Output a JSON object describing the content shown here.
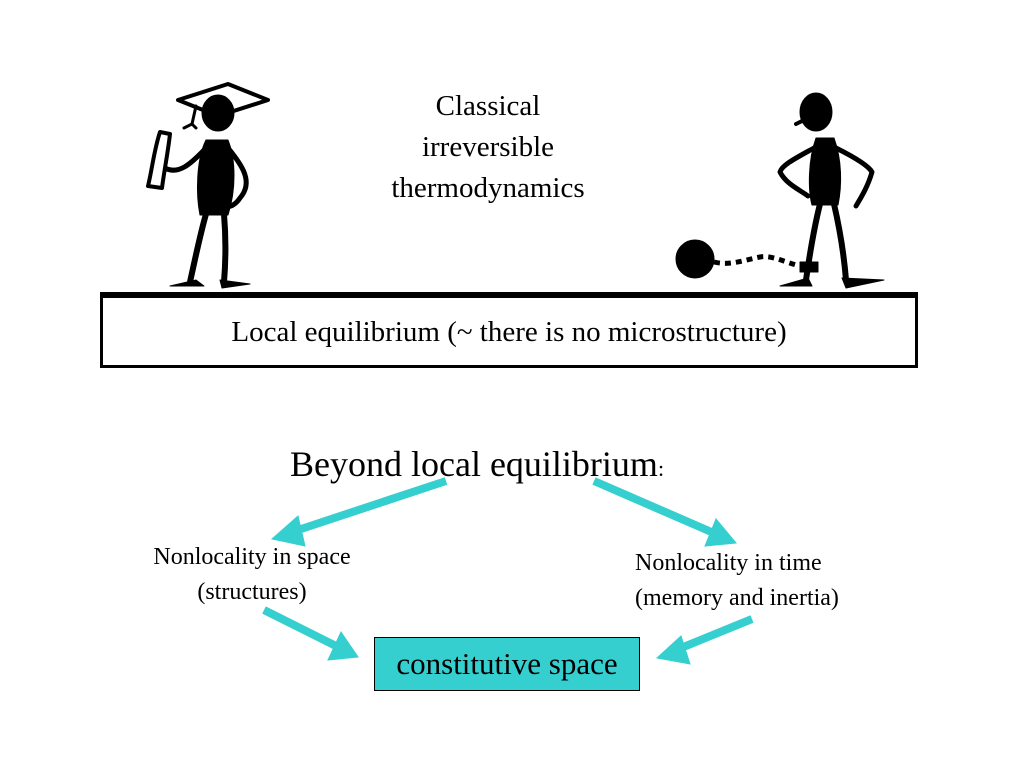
{
  "title": {
    "line1": "Classical",
    "line2": "irreversible",
    "line3": "thermodynamics"
  },
  "local_equilibrium": {
    "label": "Local equilibrium (~ there is no microstructure)"
  },
  "beyond": {
    "label": "Beyond local equilibrium",
    "colon": ":"
  },
  "space_branch": {
    "line1": "Nonlocality in space",
    "line2": "(structures)"
  },
  "time_branch": {
    "line1": "Nonlocality in time",
    "line2": "(memory and inertia)"
  },
  "result": {
    "label": "constitutive space"
  },
  "colors": {
    "accent": "#36cfcf",
    "ink": "#000000"
  },
  "icons": [
    "graduate-figure-icon",
    "prisoner-figure-icon",
    "ball-and-chain-icon"
  ]
}
